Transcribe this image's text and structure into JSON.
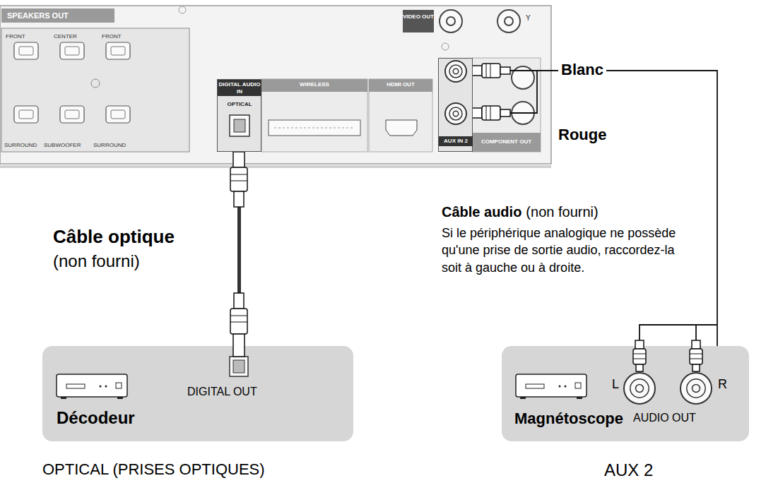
{
  "diagram": {
    "nodes": [
      {
        "text": [
          "DIGITAL AUDIO IN",
          "OPTICAL"
        ]
      },
      {
        "text": [
          "AUX IN 2"
        ]
      },
      {
        "text": [
          "Décodeur",
          "DIGITAL OUT"
        ]
      },
      {
        "text": [
          "Magnétoscope",
          "L",
          "R",
          "AUDIO OUT"
        ]
      }
    ],
    "edges": [
      {
        "from": 0,
        "to": 2,
        "arrow": "none"
      },
      {
        "from": 1,
        "to": 3,
        "arrow": "none"
      }
    ],
    "labels": [
      "SPEAKERS OUT",
      "FRONT",
      "CENTER",
      "FRONT",
      "SURROUND",
      "SUBWOOFER",
      "SURROUND",
      "VIDEO OUT",
      "Y",
      "WIRELESS",
      "HDMI OUT",
      "COMPONENT OUT",
      "Blanc",
      "Rouge",
      "Câble optique",
      "(non fourni)",
      "Câble audio",
      "(non fourni)",
      "Si le périphérique analogique ne possède qu'une prise de sortie audio, raccordez-la soit à gauche ou à droite.",
      "OPTICAL (PRISES OPTIQUES)",
      "AUX 2"
    ]
  }
}
